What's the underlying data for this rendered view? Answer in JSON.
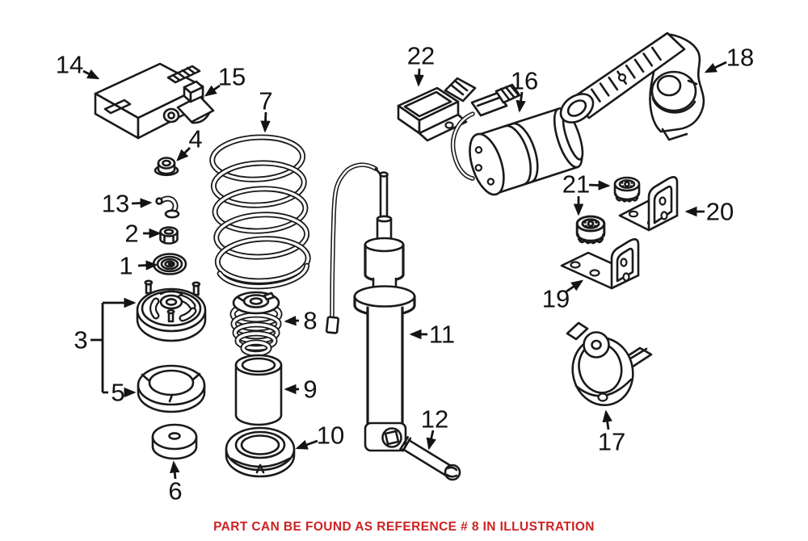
{
  "colors": {
    "ink": "#1a1a1a",
    "label": "#131313",
    "caption_red": "#cc2222",
    "background": "#ffffff"
  },
  "callouts": [
    {
      "number": "1"
    },
    {
      "number": "2"
    },
    {
      "number": "3"
    },
    {
      "number": "4"
    },
    {
      "number": "5"
    },
    {
      "number": "6"
    },
    {
      "number": "7"
    },
    {
      "number": "8"
    },
    {
      "number": "9"
    },
    {
      "number": "10"
    },
    {
      "number": "11"
    },
    {
      "number": "12"
    },
    {
      "number": "13"
    },
    {
      "number": "14"
    },
    {
      "number": "15"
    },
    {
      "number": "16"
    },
    {
      "number": "17"
    },
    {
      "number": "18"
    },
    {
      "number": "19"
    },
    {
      "number": "20"
    },
    {
      "number": "21"
    },
    {
      "number": "22"
    }
  ],
  "caption": {
    "text": "PART CAN BE FOUND AS REFERENCE # 8 IN ILLUSTRATION",
    "highlighted_reference": "8"
  }
}
